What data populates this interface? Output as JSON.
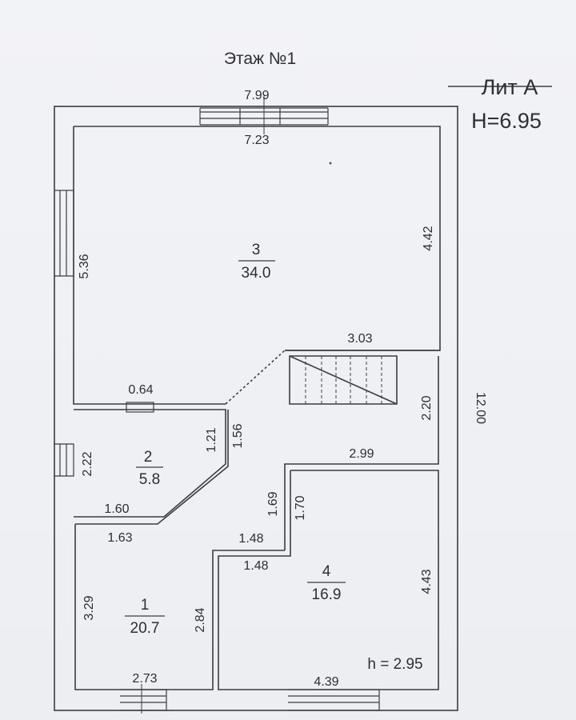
{
  "plan": {
    "floor_title": "Этаж №1",
    "building_label": "Лит А",
    "building_height": "H=6.95",
    "ceiling_height": "h = 2.95"
  },
  "rooms": [
    {
      "number": "3",
      "area": "34.0"
    },
    {
      "number": "2",
      "area": "5.8"
    },
    {
      "number": "1",
      "area": "20.7"
    },
    {
      "number": "4",
      "area": "16.9"
    }
  ],
  "dimensions": {
    "top_outer": "7.99",
    "top_inner": "7.23",
    "room3_left": "5.36",
    "room3_right": "4.42",
    "stair_width": "3.03",
    "stair_right": "2.20",
    "overall_height": "12.00",
    "partition_top": "0.64",
    "room2_left": "2.22",
    "room2_right": "1.21",
    "hall_diag": "1.56",
    "room2_bottom": "1.60",
    "hall_width": "2.99",
    "hall_left": "1.69",
    "hall_right": "1.70",
    "room1_top": "1.63",
    "step_top": "1.48",
    "step_bottom": "1.48",
    "room1_left": "3.29",
    "room1_right": "2.84",
    "room1_bottom": "2.73",
    "room4_right": "4.43",
    "room4_bottom": "4.39"
  }
}
